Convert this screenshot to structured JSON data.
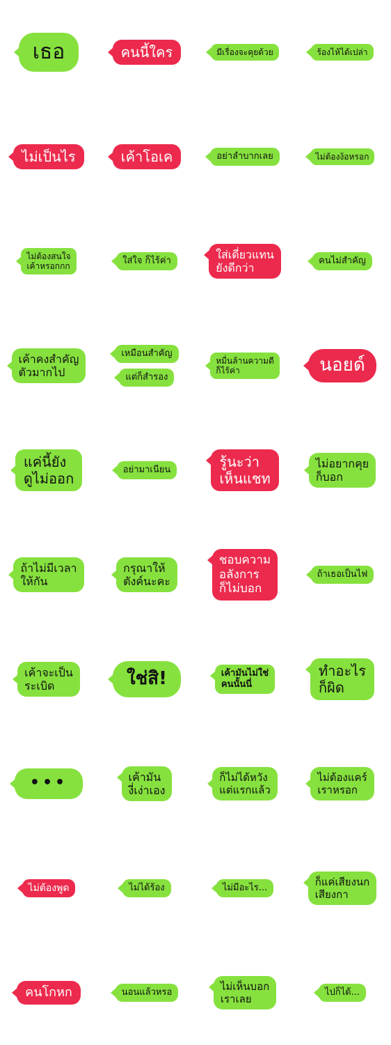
{
  "colors": {
    "green": "#86e13e",
    "red": "#ec2a4d"
  },
  "stickers": [
    {
      "text": "เธอ",
      "color": "green"
    },
    {
      "text": "คนนี้ใคร",
      "color": "red"
    },
    {
      "text": "มีเรื่องจะคุยด้วย",
      "color": "green"
    },
    {
      "text": "ร้องไห้ได้เปล่า",
      "color": "green"
    },
    {
      "text": "ไม่เป็นไร",
      "color": "red"
    },
    {
      "text": "เค้าโอเค",
      "color": "red"
    },
    {
      "text": "อย่าลำบากเลย",
      "color": "green"
    },
    {
      "text": "ไม่ต้องง้อหรอก",
      "color": "green"
    },
    {
      "text": "ไม่ต้องสนใจ\nเค้าหรอกกก",
      "color": "green"
    },
    {
      "text": "ใส่ใจ ก็ไร้ค่า",
      "color": "green"
    },
    {
      "text": "ใส่เดี่ยวแทน\nยังดีกว่า",
      "color": "red"
    },
    {
      "text": "คนไม่สำคัญ",
      "color": "green"
    },
    {
      "text": "เค้าคงสำคัญ\nตัวมากไป",
      "color": "green"
    },
    {
      "text": "เหมือนสำคัญ",
      "color": "green"
    },
    {
      "text": "แต่ก็สำรอง",
      "color": "green"
    },
    {
      "text": "หมื่นล้านความดี\nก็ไร้ค่า",
      "color": "green"
    },
    {
      "text": "นอยด์",
      "color": "red"
    },
    {
      "text": "แค่นี้ยัง\nดูไม่ออก",
      "color": "green"
    },
    {
      "text": "อย่ามาเนียน",
      "color": "green"
    },
    {
      "text": "รู้นะว่า\nเห็นแชท",
      "color": "red"
    },
    {
      "text": "ไม่อยากคุย\nก็บอก",
      "color": "green"
    },
    {
      "text": "ถ้าไม่มีเวลา\nให้กัน",
      "color": "green"
    },
    {
      "text": "กรุณาให้\nตังค์นะคะ",
      "color": "green"
    },
    {
      "text": "ชอบความ\nอลังการ\nก็ไม่บอก",
      "color": "red"
    },
    {
      "text": "ถ้าเธอเป็นไฟ",
      "color": "green"
    },
    {
      "text": "เค้าจะเป็น\nระเบิด",
      "color": "green"
    },
    {
      "text": "ใช่สิ!",
      "color": "green"
    },
    {
      "text": "เค้ามันไม่ใช่\nคนนั้นนี่",
      "color": "green"
    },
    {
      "text": "ทำอะไร\nก็ผิด",
      "color": "green"
    },
    {
      "text": "•••",
      "color": "green"
    },
    {
      "text": "เค้ามัน\nงี่เง่าเอง",
      "color": "green"
    },
    {
      "text": "ก็ไม่ได้หวัง\nแต่แรกแล้ว",
      "color": "green"
    },
    {
      "text": "ไม่ต้องแคร์\nเราหรอก",
      "color": "green"
    },
    {
      "text": "ไม่ต้องพูด",
      "color": "red"
    },
    {
      "text": "ไม่ได้ร้อง",
      "color": "green"
    },
    {
      "text": "ไม่มีอะไร...",
      "color": "green"
    },
    {
      "text": "ก็แค่เสียงนก\nเสียงกา",
      "color": "green"
    },
    {
      "text": "คนโกหก",
      "color": "red"
    },
    {
      "text": "นอนแล้วหรอ",
      "color": "green"
    },
    {
      "text": "ไม่เห็นบอก\nเราเลย",
      "color": "green"
    },
    {
      "text": "ไปก็ได้...",
      "color": "green"
    }
  ]
}
